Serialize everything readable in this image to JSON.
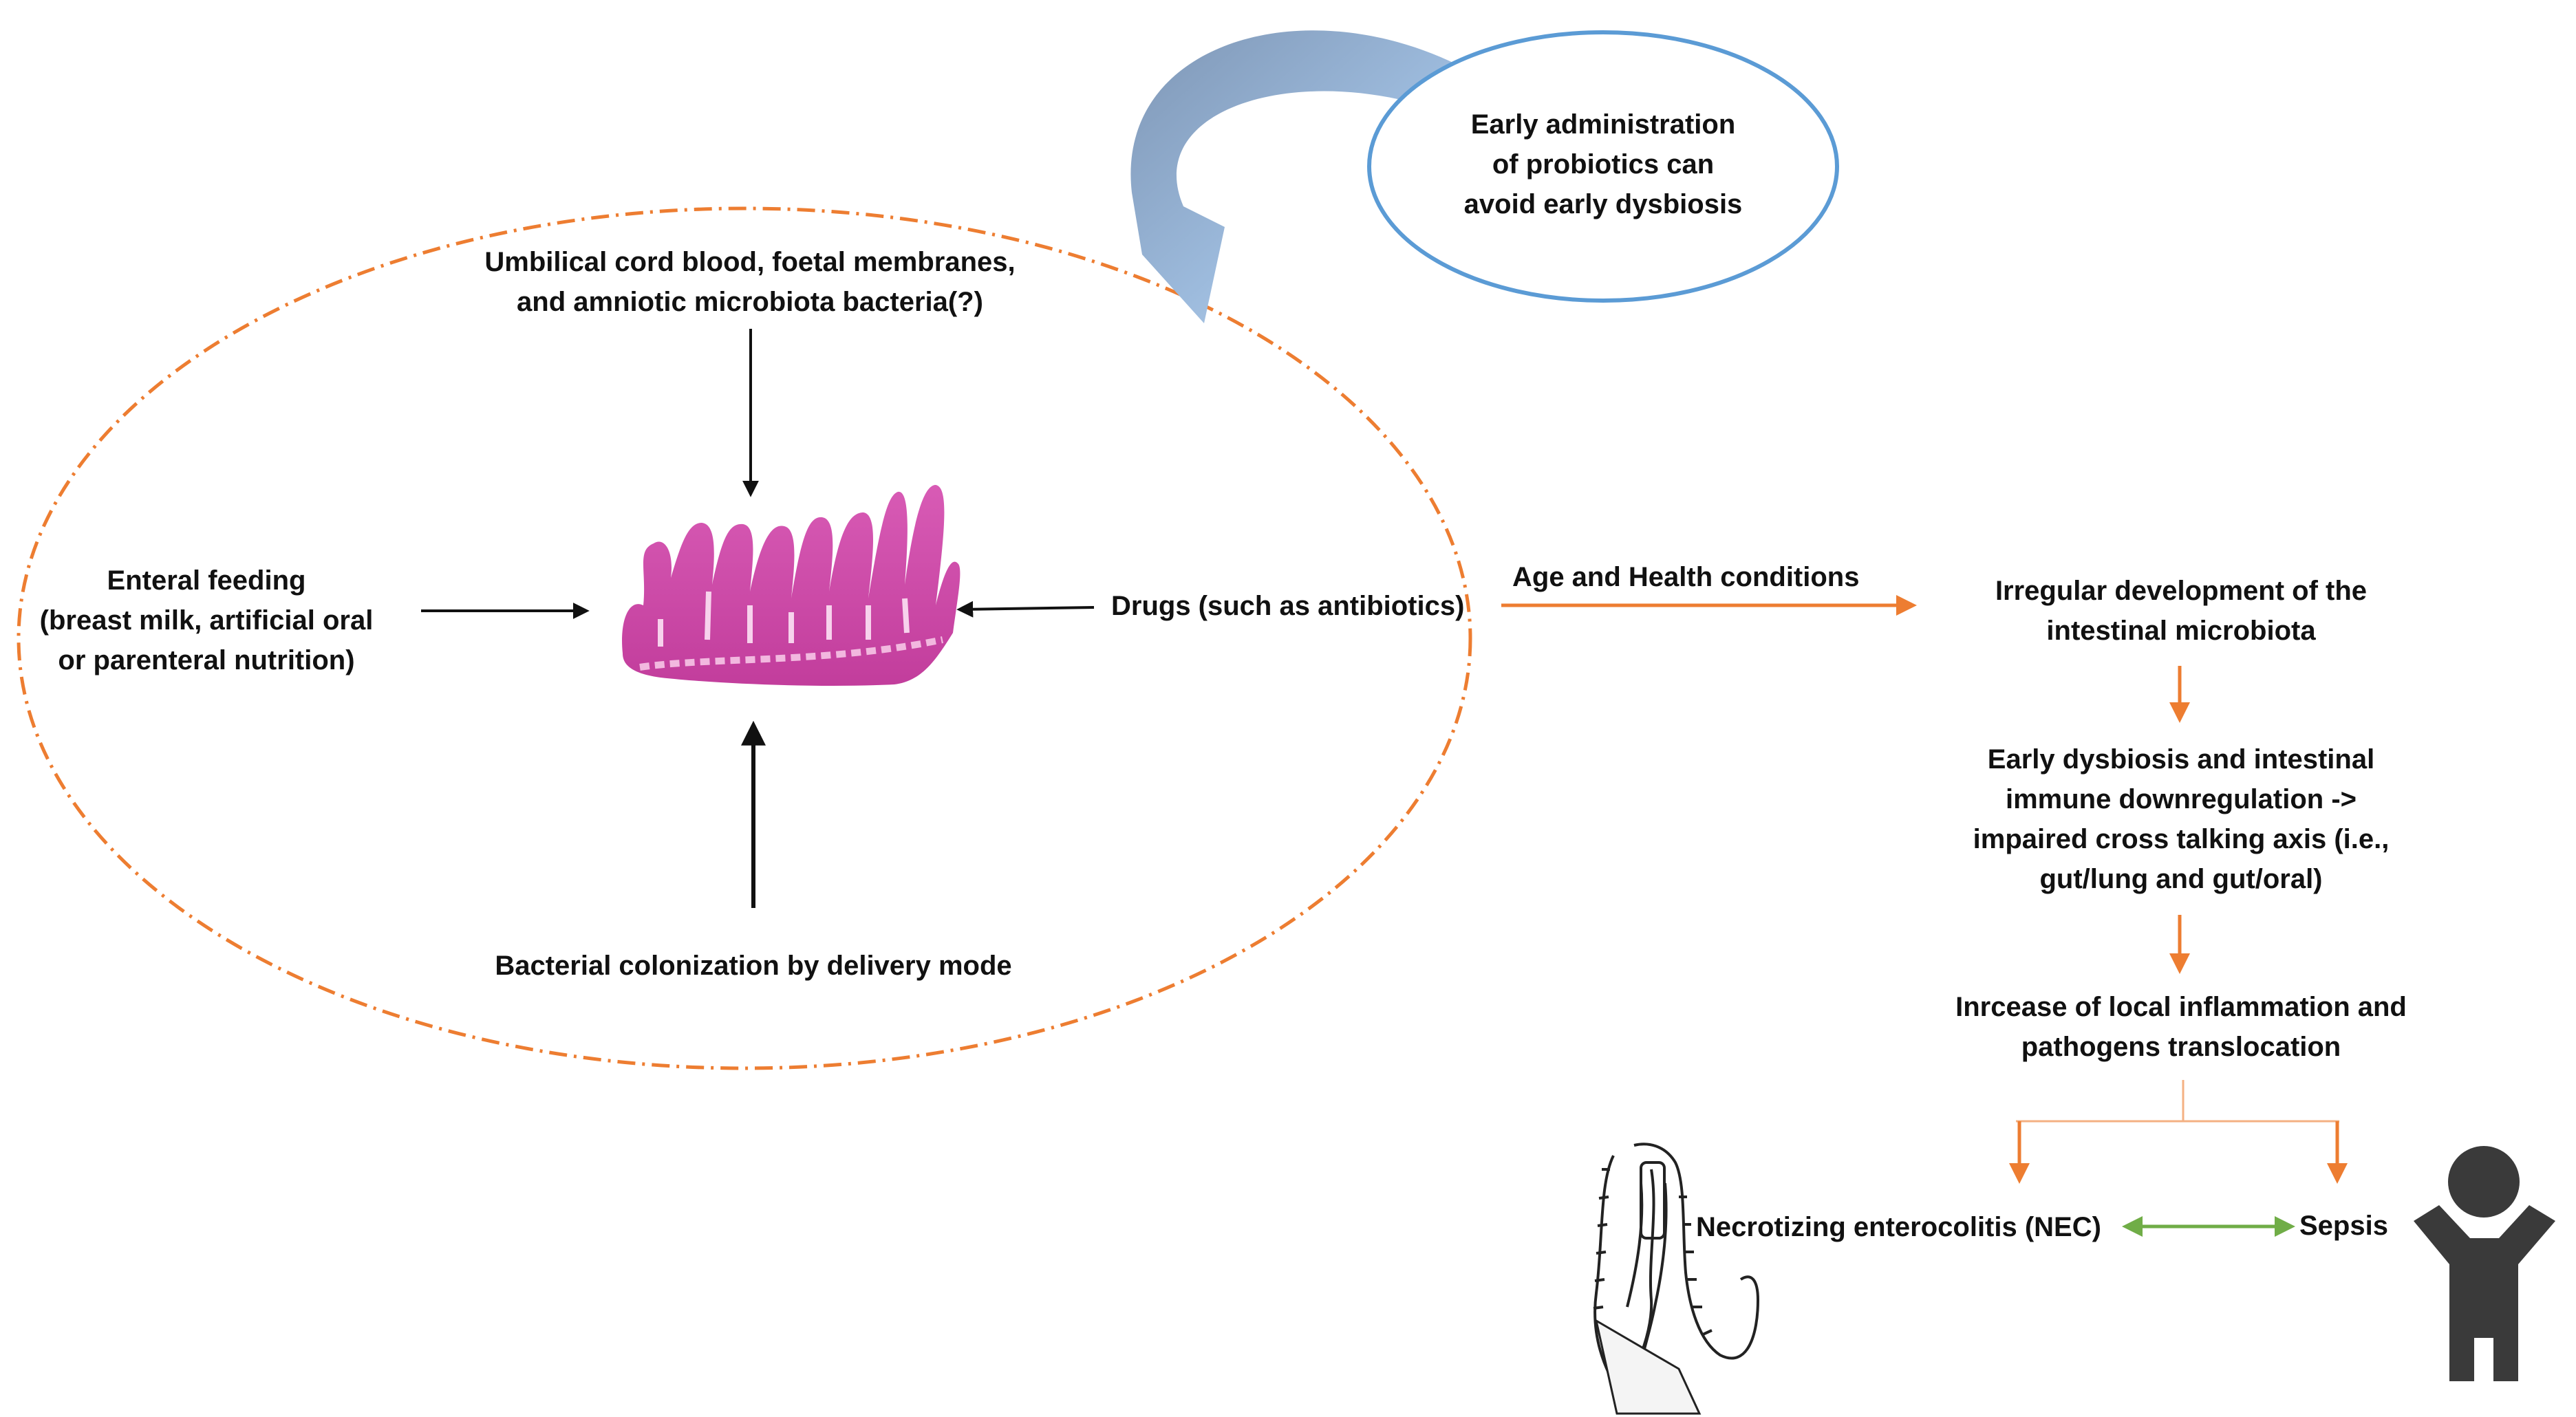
{
  "probiotics_bubble": {
    "lines": [
      "Early administration",
      "of probiotics can",
      "avoid early dysbiosis"
    ]
  },
  "influences": {
    "prenatal": [
      "Umbilical cord blood, foetal membranes,",
      "and amniotic microbiota  bacteria(?)"
    ],
    "feeding": [
      "Enteral feeding",
      "(breast milk, artificial oral",
      "or parenteral nutrition)"
    ],
    "drugs": "Drugs (such as antibiotics)",
    "delivery": "Bacterial colonization by delivery mode"
  },
  "transition_label": "Age and Health conditions",
  "cascade": {
    "step1": [
      "Irregular development of the",
      "intestinal microbiota"
    ],
    "step2": [
      "Early dysbiosis and intestinal",
      "immune downregulation ->",
      "impaired cross talking axis (i.e.,",
      "gut/lung and gut/oral)"
    ],
    "step3": [
      "Inrcease of local inflammation and",
      "pathogens translocation"
    ]
  },
  "outcomes": {
    "nec": "Necrotizing enterocolitis (NEC)",
    "sepsis": "Sepsis"
  },
  "colors": {
    "orange_accent": "#ED7D31",
    "blue_bubble": "#5B9BD5",
    "green_link": "#70AD47",
    "child_icon": "#3A3A3A"
  }
}
